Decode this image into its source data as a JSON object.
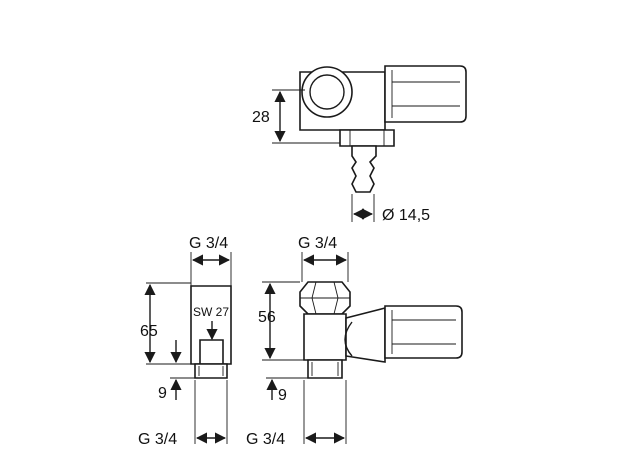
{
  "dimensions": {
    "top_height": "28",
    "hose_diameter": "Ø 14,5",
    "left_top_thread": "G 3/4",
    "right_top_thread": "G 3/4",
    "left_height": "65",
    "right_height": "56",
    "wrench_size": "SW 27",
    "left_offset": "9",
    "right_offset": "9",
    "left_bottom_thread": "G 3/4",
    "right_bottom_thread": "G 3/4"
  }
}
